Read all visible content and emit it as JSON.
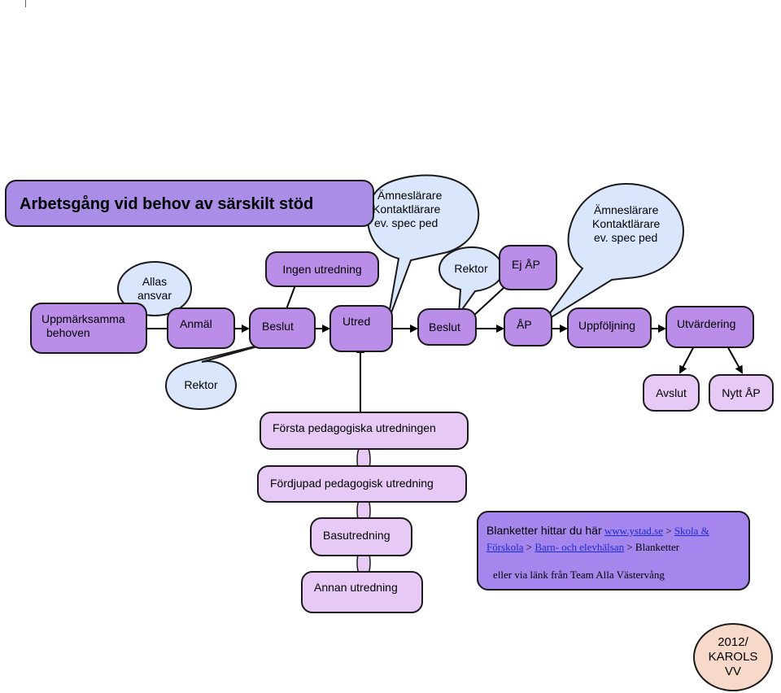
{
  "title": "Arbetsgång vid behov av särskilt stöd",
  "bubbles": {
    "amneslarare_1": [
      "Ämneslärare",
      "Kontaktlärare",
      "ev. spec ped"
    ],
    "amneslarare_2": [
      "Ämneslärare",
      "Kontaktlärare",
      "ev. spec ped"
    ],
    "allas_ansvar": [
      "Allas",
      "ansvar"
    ],
    "rektor_1": "Rektor",
    "rektor_2": "Rektor"
  },
  "nodes": {
    "uppmarksamma": [
      "Uppmärksamma",
      "behoven"
    ],
    "anmal": "Anmäl",
    "beslut_1": "Beslut",
    "ingen_utredning": "Ingen utredning",
    "utred": "Utred",
    "beslut_2": "Beslut",
    "ej_ap": "Ej ÅP",
    "ap": "ÅP",
    "uppfoljning": "Uppföljning",
    "utvardering": "Utvärdering",
    "avslut": "Avslut",
    "nytt_ap": "Nytt ÅP"
  },
  "investigations": [
    "Första pedagogiska utredningen",
    "Fördjupad pedagogisk utredning",
    "Basutredning",
    "Annan utredning"
  ],
  "info": {
    "intro": "Blanketter hittar du här",
    "link_site": "www.ystad.se",
    "sep1": " > ",
    "link_skola": "Skola & Förskola",
    "sep2": " > ",
    "link_elevhalsan": "Barn- och elevhälsan",
    "sep3": " > Blanketter",
    "line2": "eller via länk från Team Alla Västervång"
  },
  "stamp": [
    "2012/",
    "KAROLS",
    "VV"
  ]
}
